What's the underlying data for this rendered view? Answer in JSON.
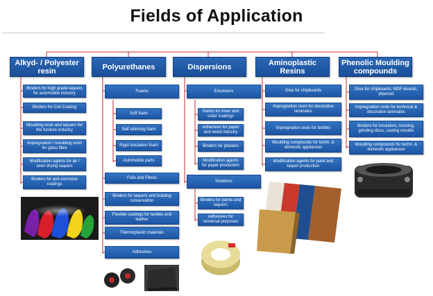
{
  "title": "Fields of Application",
  "colors": {
    "header_blue": "#1f5aa6",
    "box_blue": "#2666b3",
    "connector_red": "#c0282d"
  },
  "columns": [
    {
      "header": "Alkyd- / Polyester resin",
      "items": [
        "Binders for high grade laquers for automobile industry",
        "Binders for Coil Coating",
        "Moulding resin and laquers for the funiture industry",
        "Impregnation / moulding resin for glass fibre",
        "Modification agents for air / oven drying laquers",
        "Binders for anti-corrosive coatings"
      ]
    },
    {
      "header": "Polyurethanes",
      "foams": {
        "label": "Foams",
        "items": [
          "Soft foam",
          "Self skinning foam",
          "Rigid insulation foam",
          "Automobile parts"
        ]
      },
      "items": [
        "Foils and Fibres",
        "Binders for laquers and building conservation",
        "Flexible coatings for textiles and leather",
        "Thermoplastic materials",
        "Adhesives"
      ]
    },
    {
      "header": "Dispersions",
      "emulsions": {
        "label": "Emulsions",
        "items": [
          "Paints for inner and outer coatings",
          "Adhesives for paper and wood industry",
          "Binders for plasters",
          "Modification agents for paper production"
        ]
      },
      "solutions": {
        "label": "Solutions",
        "items": [
          "Binders for paints and laquers",
          "Adhesives for universal purposes"
        ]
      }
    },
    {
      "header": "Aminoplastic Resins",
      "items": [
        "Glue for chipboards",
        "Impregnation resin for decorative laminates",
        "Impregnation resin for textiles",
        "Moulding compounds for techn. & domestic appliances",
        "Modification agents for paint and laquer production"
      ]
    },
    {
      "header": "Phenolic Moulding compounds",
      "items": [
        "Glue for chipboards, MDF-boards, plywood",
        "Impregnation resin for technical & decorative laminates",
        "Binders for insulators, housing, grinding discs, casting moulds",
        "Moulding compounds for techn. & domestic appliances"
      ]
    }
  ]
}
